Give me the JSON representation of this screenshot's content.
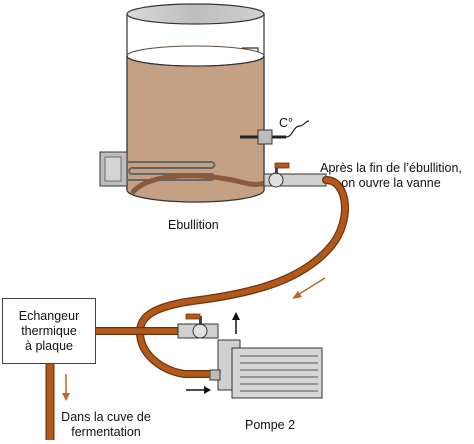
{
  "labels": {
    "boil": "Ebullition",
    "temp_probe": "C°",
    "valve_note_line1": "Après la fin de l’ébullition,",
    "valve_note_line2": "on ouvre la vanne",
    "exchanger_line1": "Echangeur",
    "exchanger_line2": "thermique",
    "exchanger_line3": "à plaque",
    "dest_line1": "Dans la cuve de",
    "dest_line2": "fermentation",
    "pump": "Pompe 2"
  },
  "colors": {
    "liquid": "#c4a084",
    "pipe": "#b3581b",
    "pipe_edge": "#6e3410",
    "metal": "#bdbdbd",
    "outline": "#333333",
    "arrow_flow": "#c0622a"
  },
  "icons": [
    "kettle",
    "heating-element",
    "temperature-probe",
    "drain-valve",
    "hose",
    "heat-exchanger",
    "pump",
    "flow-arrow"
  ]
}
